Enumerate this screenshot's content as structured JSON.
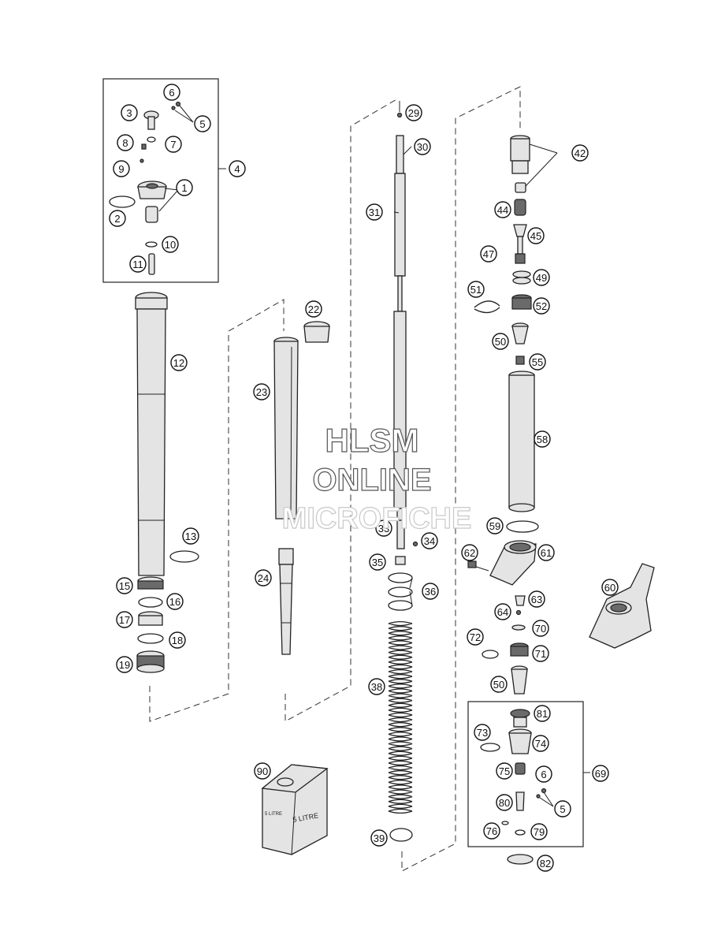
{
  "watermark": {
    "line1": "HLSM",
    "line2": "ONLINE",
    "line3": "MICROFICHE"
  },
  "oil_can_label": {
    "front": "5 LITRE",
    "side": "5 LITRE"
  },
  "callouts": [
    "1",
    "2",
    "3",
    "4",
    "5",
    "6",
    "7",
    "8",
    "9",
    "10",
    "11",
    "12",
    "13",
    "15",
    "16",
    "17",
    "18",
    "19",
    "22",
    "23",
    "24",
    "29",
    "30",
    "31",
    "33",
    "34",
    "35",
    "36",
    "38",
    "39",
    "42",
    "44",
    "45",
    "47",
    "49",
    "50",
    "51",
    "52",
    "55",
    "58",
    "59",
    "60",
    "61",
    "62",
    "63",
    "64",
    "69",
    "70",
    "71",
    "72",
    "73",
    "74",
    "75",
    "76",
    "79",
    "80",
    "81",
    "82",
    "90"
  ]
}
